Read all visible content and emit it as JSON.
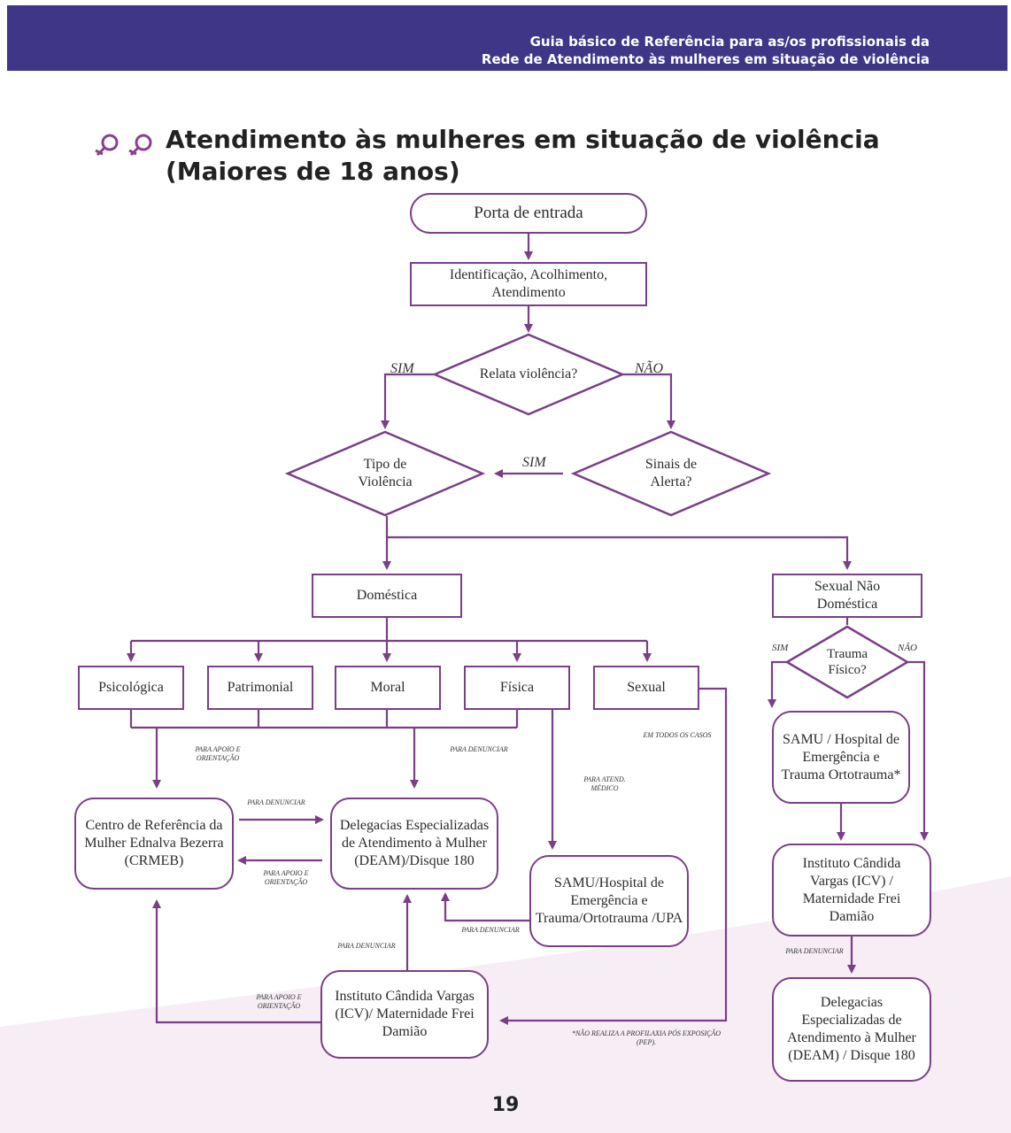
{
  "header": {
    "line1": "Guia básico de Referência para as/os profissionais da",
    "line2": "Rede de Atendimento às mulheres em situação de violência"
  },
  "title": {
    "line1": "Atendimento às mulheres em situação de violência",
    "line2": "(Maiores de 18 anos)"
  },
  "nodes": {
    "porta": "Porta de entrada",
    "identificacao": "Identificação, Acolhimento, Atendimento",
    "relata": "Relata violência?",
    "tipo": "Tipo de Violência",
    "sinais": "Sinais de Alerta?",
    "domestica": "Doméstica",
    "sexual_nao_domestica": "Sexual Não Doméstica",
    "trauma": "Trauma Físico?",
    "psicologica": "Psicológica",
    "patrimonial": "Patrimonial",
    "moral": "Moral",
    "fisica": "Física",
    "sexual": "Sexual",
    "samu_right": "SAMU / Hospital de Emergência e Trauma Ortotrauma*",
    "crmeb": "Centro de Referência da Mulher Ednalva Bezerra (CRMEB)",
    "deam": "Delegacias Especializadas de Atendimento à Mulher (DEAM)/Disque 180",
    "samu_mid": "SAMU/Hospital de Emergência e Trauma/Ortotrauma /UPA",
    "icv_right": "Instituto Cândida Vargas (ICV) / Maternidade Frei Damião",
    "icv_bottom": "Instituto Cândida Vargas (ICV)/ Maternidade Frei Damião",
    "deam_right": "Delegacias Especializadas de Atendimento à Mulher (DEAM) / Disque 180"
  },
  "labels": {
    "sim_left": "SIM",
    "nao_right": "NÃO",
    "sim_mid": "SIM",
    "sim_small": "SIM",
    "nao_small": "NÃO",
    "para_apoio_top": "PARA APOIO E ORIENTAÇÃO",
    "para_denunciar_top": "PARA DENUNCIAR",
    "em_todos_casos": "EM TODOS OS CASOS",
    "para_atend_medico": "PARA ATEND. MÉDICO",
    "para_denunciar_crmeb": "PARA DENUNCIAR",
    "para_apoio_deam": "PARA APOIO E ORIENTAÇÃO",
    "para_denunciar_samu": "PARA DENUNCIAR",
    "para_denunciar_icv": "PARA DENUNCIAR",
    "para_apoio_icv": "PARA APOIO E ORIENTAÇÃO",
    "para_denunciar_right": "PARA DENUNCIAR",
    "nao_realiza": "*NÃO REALIZA A PROFILAXIA PÓS EXPOSIÇÃO (PEP)."
  },
  "page_number": "19",
  "colors": {
    "banner": "#3f3688",
    "border": "#7a3f86",
    "icon": "#8a3f8f",
    "wave": "#f6eef4"
  }
}
